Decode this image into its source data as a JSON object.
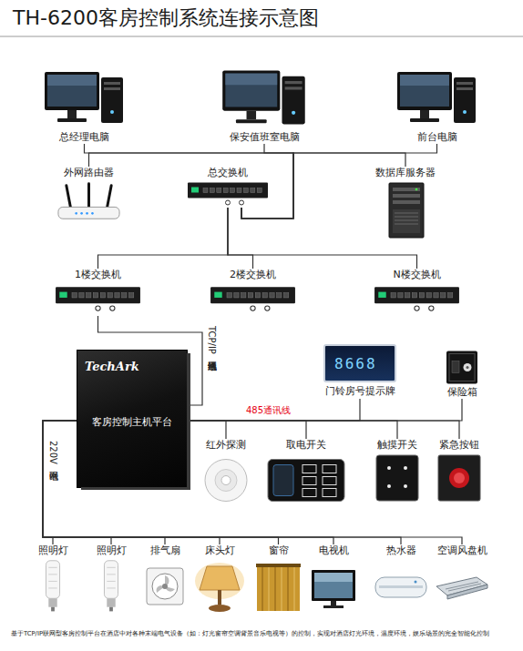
{
  "diagram": {
    "title": "TH-6200客房控制系统连接示意图",
    "caption": "基于TCP/IP联网型客房控制平台在酒店中对各种末端电气设备（如：灯光窗帘空调背景音乐电视等）的控制，实现对酒店灯光环境，温度环境，娱乐场景的完全智能化控制",
    "nodes": [
      {
        "text": [
          "总经理电脑"
        ]
      },
      {
        "text": [
          "保安值班室电脑"
        ]
      },
      {
        "text": [
          "前台电脑"
        ]
      },
      {
        "text": [
          "外网路由器"
        ]
      },
      {
        "text": [
          "总交换机"
        ]
      },
      {
        "text": [
          "数据库服务器"
        ]
      },
      {
        "text": [
          "1楼交换机"
        ]
      },
      {
        "text": [
          "2楼交换机"
        ]
      },
      {
        "text": [
          "N楼交换机"
        ]
      },
      {
        "text": [
          "TechArk",
          "客房控制主机平台"
        ]
      },
      {
        "text": [
          "8668",
          "门铃房号提示牌"
        ]
      },
      {
        "text": [
          "保险箱"
        ]
      },
      {
        "text": [
          "红外探测"
        ]
      },
      {
        "text": [
          "取电开关"
        ]
      },
      {
        "text": [
          "触摸开关"
        ]
      },
      {
        "text": [
          "紧急按钮"
        ]
      },
      {
        "text": [
          "照明灯"
        ]
      },
      {
        "text": [
          "照明灯"
        ]
      },
      {
        "text": [
          "排气扇"
        ]
      },
      {
        "text": [
          "床头灯"
        ]
      },
      {
        "text": [
          "窗帘"
        ]
      },
      {
        "text": [
          "电视机"
        ]
      },
      {
        "text": [
          "热水器"
        ]
      },
      {
        "text": [
          "空调风盘机"
        ]
      }
    ],
    "edges": [
      {
        "from": 0,
        "to": 4,
        "arrow": "none"
      },
      {
        "from": 1,
        "to": 4,
        "arrow": "none"
      },
      {
        "from": 2,
        "to": 4,
        "arrow": "none"
      },
      {
        "from": 3,
        "to": 4,
        "arrow": "none"
      },
      {
        "from": 5,
        "to": 4,
        "arrow": "none"
      },
      {
        "from": 4,
        "to": 6,
        "arrow": "none"
      },
      {
        "from": 4,
        "to": 7,
        "arrow": "none"
      },
      {
        "from": 4,
        "to": 8,
        "arrow": "none"
      },
      {
        "from": 6,
        "to": 9,
        "label": "TCP/IP通讯网络线",
        "arrow": "none"
      },
      {
        "from": 9,
        "to": 10,
        "label": "485通讯线",
        "arrow": "none"
      },
      {
        "from": 9,
        "to": 11,
        "arrow": "none"
      },
      {
        "from": 9,
        "to": 12,
        "arrow": "none"
      },
      {
        "from": 9,
        "to": 13,
        "arrow": "none"
      },
      {
        "from": 9,
        "to": 14,
        "arrow": "none"
      },
      {
        "from": 9,
        "to": 15,
        "arrow": "none"
      },
      {
        "from": 9,
        "to": 16,
        "label": "220V强电网",
        "arrow": "none"
      },
      {
        "from": 9,
        "to": 17,
        "arrow": "none"
      },
      {
        "from": 9,
        "to": 18,
        "arrow": "none"
      },
      {
        "from": 9,
        "to": 19,
        "arrow": "none"
      },
      {
        "from": 9,
        "to": 20,
        "arrow": "none"
      },
      {
        "from": 9,
        "to": 21,
        "arrow": "none"
      },
      {
        "from": 9,
        "to": 22,
        "arrow": "none"
      },
      {
        "from": 9,
        "to": 23,
        "arrow": "none"
      }
    ]
  }
}
